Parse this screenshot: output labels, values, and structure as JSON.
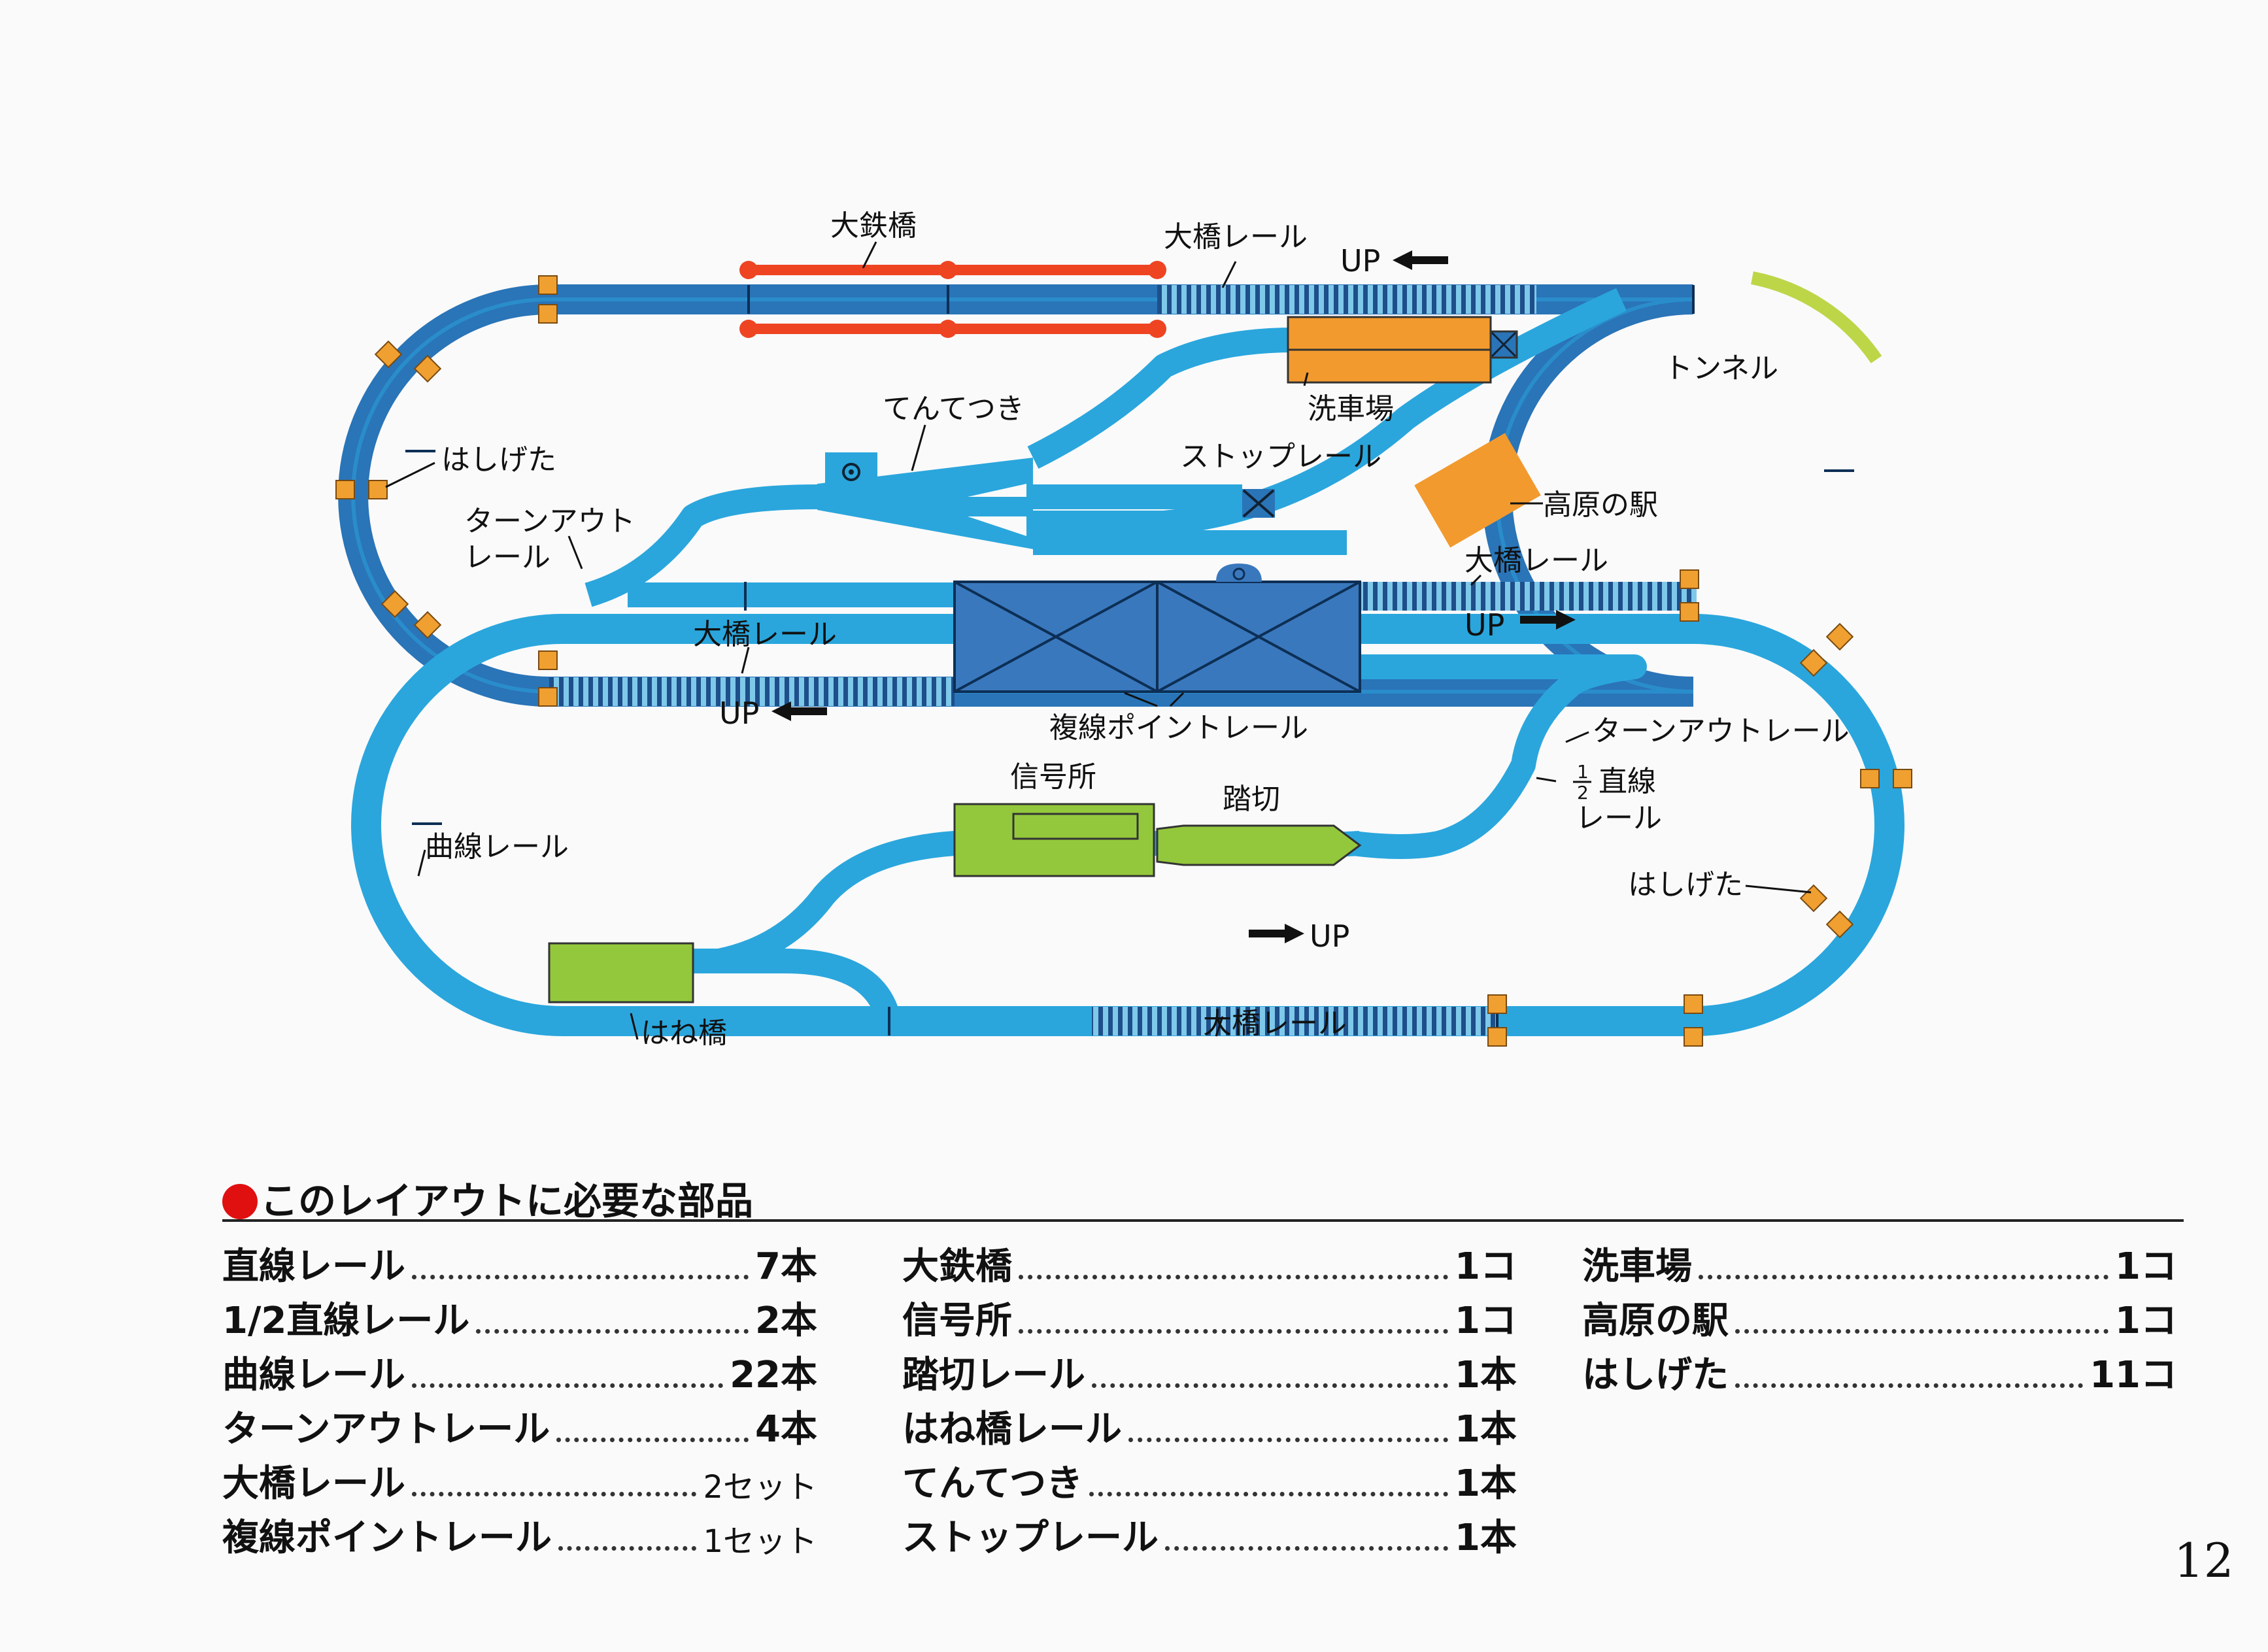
{
  "diagram": {
    "labels": {
      "big_iron_bridge": "大鉄橋",
      "ohashi_top": "大橋レール",
      "up_top": "UP",
      "tunnel": "トンネル",
      "car_wash": "洗車場",
      "tentetsuki": "てんてつき",
      "stop_rail": "ストップレール",
      "kogen_station": "高原の駅",
      "hashigeta_left": "はしげた",
      "turnout_left_1": "ターンアウト",
      "turnout_left_2": "レール",
      "ohashi_middle_right": "大橋レール",
      "up_middle_right": "UP",
      "ohashi_middle_left": "大橋レール",
      "up_middle_left": "UP",
      "double_point": "複線ポイントレール",
      "turnout_right": "ターンアウトレール",
      "half_straight_1": "直線",
      "half_straight_2": "レール",
      "signal_box": "信号所",
      "crossing": "踏切",
      "curve_rail": "曲線レール",
      "hashigeta_right": "はしげた",
      "up_bottom": "UP",
      "spring_bridge": "はね橋",
      "ohashi_bottom": "大橋レール"
    },
    "colors": {
      "track": "#2aa6dd",
      "track_dark": "#2a74b8",
      "pier": "#f0a030",
      "bridge": "#ee4422",
      "tunnel": "#bcd648",
      "green": "#94c83c",
      "orange": "#f29a2e",
      "point_block": "#3a78bd",
      "ties": "#1e4f8a"
    }
  },
  "parts": {
    "title": "このレイアウトに必要な部品",
    "columns": [
      [
        {
          "name": "直線レール",
          "qty": "7本"
        },
        {
          "name": "1/2直線レール",
          "qty": "2本"
        },
        {
          "name": "曲線レール",
          "qty": "22本"
        },
        {
          "name": "ターンアウトレール",
          "qty": "4本"
        },
        {
          "name": "大橋レール",
          "qty": "2セット"
        },
        {
          "name": "複線ポイントレール",
          "qty": "1セット"
        }
      ],
      [
        {
          "name": "大鉄橋",
          "qty": "1コ"
        },
        {
          "name": "信号所",
          "qty": "1コ"
        },
        {
          "name": "踏切レール",
          "qty": "1本"
        },
        {
          "name": "はね橋レール",
          "qty": "1本"
        },
        {
          "name": "てんてつき",
          "qty": "1本"
        },
        {
          "name": "ストップレール",
          "qty": "1本"
        }
      ],
      [
        {
          "name": "洗車場",
          "qty": "1コ"
        },
        {
          "name": "高原の駅",
          "qty": "1コ"
        },
        {
          "name": "はしげた",
          "qty": "11コ"
        }
      ]
    ]
  },
  "page_number": "12"
}
